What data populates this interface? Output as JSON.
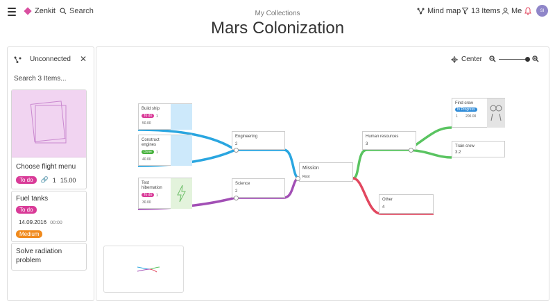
{
  "app": {
    "name": "Zenkit"
  },
  "topbar": {
    "search_label": "Search",
    "breadcrumb": "My Collections",
    "title": "Mars Colonization",
    "mind_map_label": "Mind map",
    "items_label": "13 Items",
    "me_label": "Me",
    "avatar_initials": "SI"
  },
  "sidebar": {
    "title": "Unconnected",
    "search_placeholder": "Search 3 Items...",
    "items": [
      {
        "title": "Choose flight menu",
        "status": "To do",
        "attachments": "1",
        "value": "15.00"
      },
      {
        "title": "Fuel tanks",
        "status": "To do",
        "date": "14.09.2016",
        "time": "00:00",
        "priority": "Medium"
      },
      {
        "title": "Solve radiation problem"
      }
    ]
  },
  "canvas": {
    "center_label": "Center",
    "nodes": {
      "build_ship": {
        "title": "Build ship",
        "status": "To do",
        "attachments": "1",
        "value": "50.00"
      },
      "construct_engines": {
        "title": "Construct engines",
        "status": "Done",
        "attachments": "1",
        "value": "40.00"
      },
      "test_hibernation": {
        "title": "Test hibernation",
        "status": "To do",
        "attachments": "1",
        "value": "30.00"
      },
      "engineering": {
        "title": "Engineering",
        "count": "2"
      },
      "science": {
        "title": "Science",
        "count": "2"
      },
      "mission": {
        "title": "Mission",
        "sub": "Root"
      },
      "human_resources": {
        "title": "Human resources",
        "count": "3"
      },
      "other": {
        "title": "Other",
        "count": "4"
      },
      "find_crew": {
        "title": "Find crew",
        "status": "In Progress",
        "attachments": "1",
        "value": "200.00"
      },
      "train_crew": {
        "title": "Train crew",
        "value": "3.2"
      }
    }
  },
  "colors": {
    "blue": "#2aa6e0",
    "purple": "#a24fb5",
    "green": "#5ac461",
    "red": "#e2475f",
    "pink": "#d93b98"
  }
}
